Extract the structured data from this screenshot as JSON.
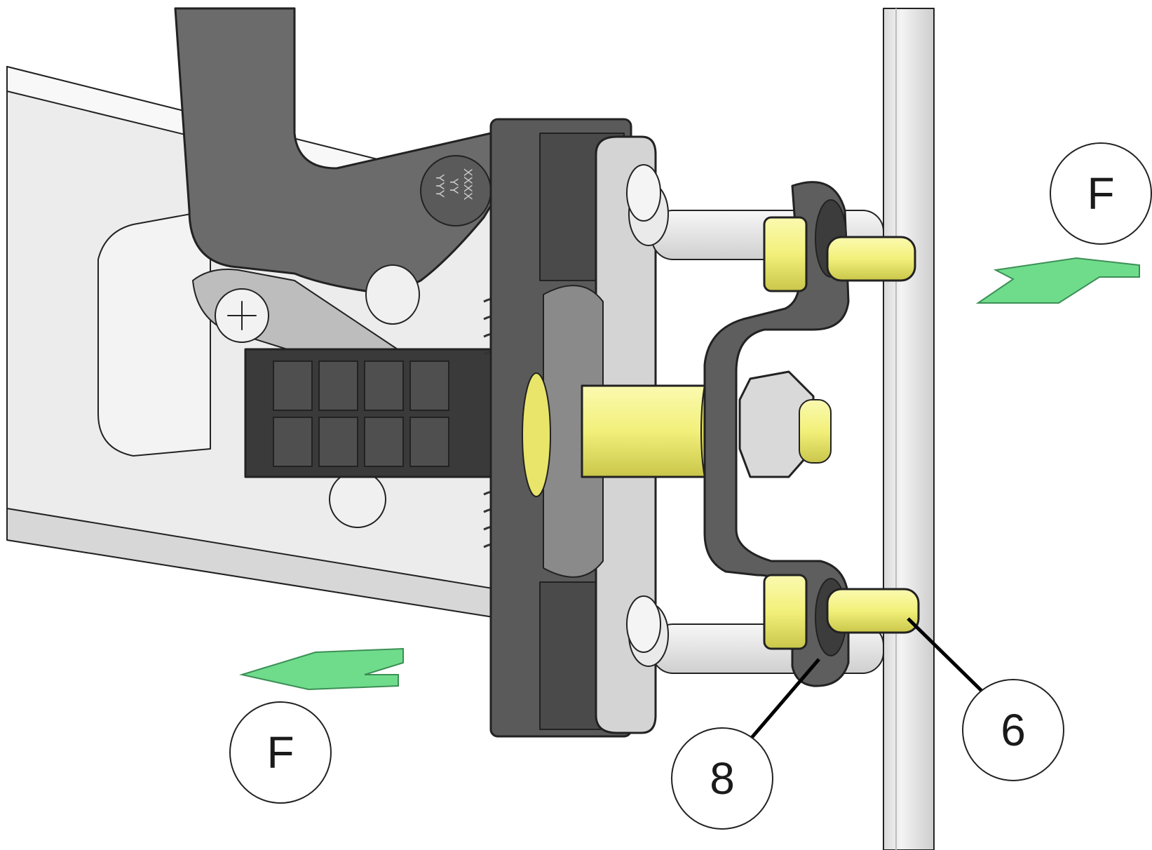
{
  "callouts": [
    {
      "id": "F-top-right",
      "label": "F"
    },
    {
      "id": "F-bottom-left",
      "label": "F"
    },
    {
      "id": "part-8",
      "label": "8"
    },
    {
      "id": "part-6",
      "label": "6"
    }
  ],
  "stamp": [
    "XXXX",
    "YY",
    "YYY"
  ],
  "colors": {
    "background": "#ffffff",
    "frame": "#e6e6e6",
    "dark_part": "#4a4a4a",
    "plate": "#d9d9d9",
    "yellow_part": "#f2f07a",
    "arrow": "#6fdc8c"
  }
}
